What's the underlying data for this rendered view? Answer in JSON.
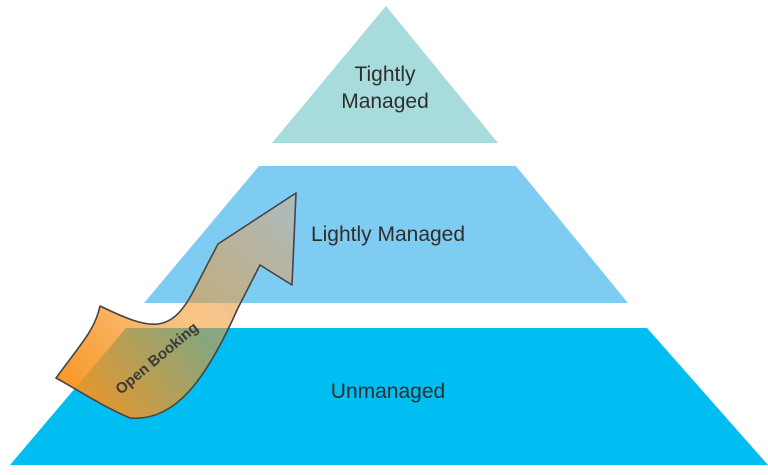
{
  "colors": {
    "top_tier": "#a8dcdc",
    "middle_tier": "#7fccf2",
    "bottom_tier": "#00bef2",
    "arrow_orange": "#f7931e",
    "arrow_gray": "#b8b8b8",
    "arrow_outline": "#444444",
    "text": "#2e2e2e"
  },
  "pyramid": {
    "top": {
      "line1": "Tightly",
      "line2": "Managed"
    },
    "middle": {
      "label": "Lightly Managed"
    },
    "bottom": {
      "label": "Unmanaged"
    }
  },
  "arrow": {
    "label": "Open Booking",
    "icon": "curved-up-arrow-icon"
  }
}
